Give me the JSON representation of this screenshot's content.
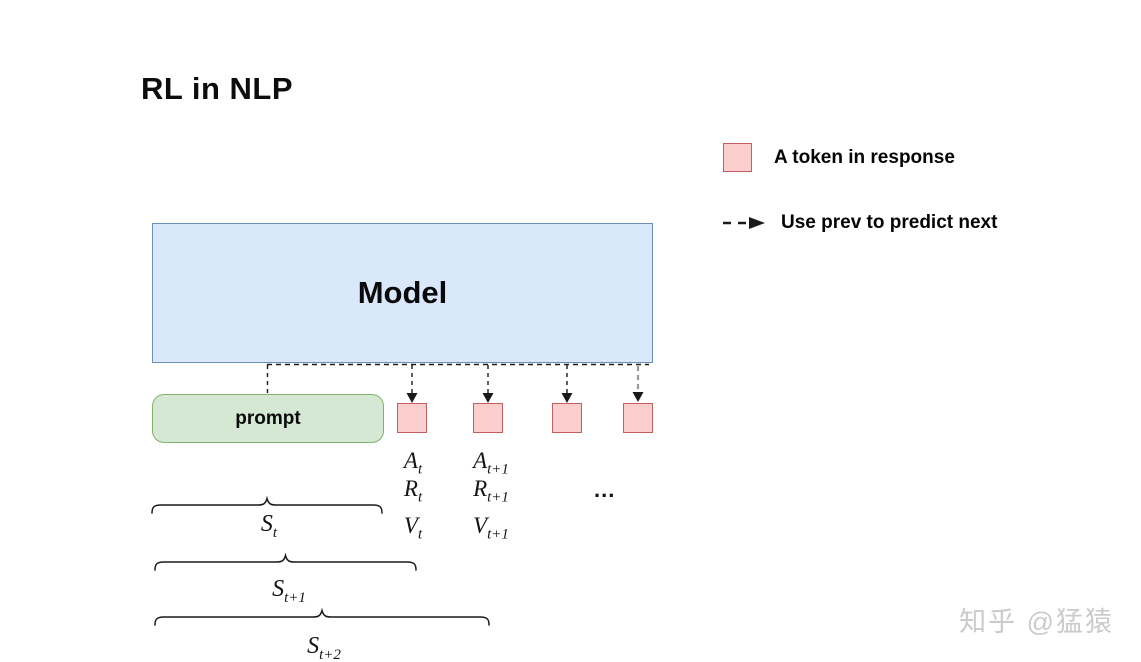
{
  "title": "RL in NLP",
  "legend": {
    "token_label": "A token in response",
    "arrow_label": "Use prev to predict next"
  },
  "model": {
    "label": "Model"
  },
  "prompt": {
    "label": "prompt"
  },
  "annotations": {
    "col1": [
      {
        "base": "A",
        "sub": "t"
      },
      {
        "base": "R",
        "sub": "t"
      },
      {
        "base": "V",
        "sub": "t"
      }
    ],
    "col2": [
      {
        "base": "A",
        "sub": "t+1"
      },
      {
        "base": "R",
        "sub": "t+1"
      },
      {
        "base": "V",
        "sub": "t+1"
      }
    ],
    "ellipsis": "..."
  },
  "states": [
    {
      "base": "S",
      "sub": "t"
    },
    {
      "base": "S",
      "sub": "t+1"
    },
    {
      "base": "S",
      "sub": "t+2"
    }
  ],
  "watermark": "知乎 @猛猿",
  "colors": {
    "model_fill": "#DAE8FC",
    "model_border": "#6C8EBF",
    "prompt_fill": "#D5E8D4",
    "prompt_border": "#82B366",
    "token_fill": "#FBCECE",
    "token_border": "#C26060",
    "line": "#1a1a1a",
    "line_gray": "#999999",
    "watermark": "#cbcbcb"
  }
}
